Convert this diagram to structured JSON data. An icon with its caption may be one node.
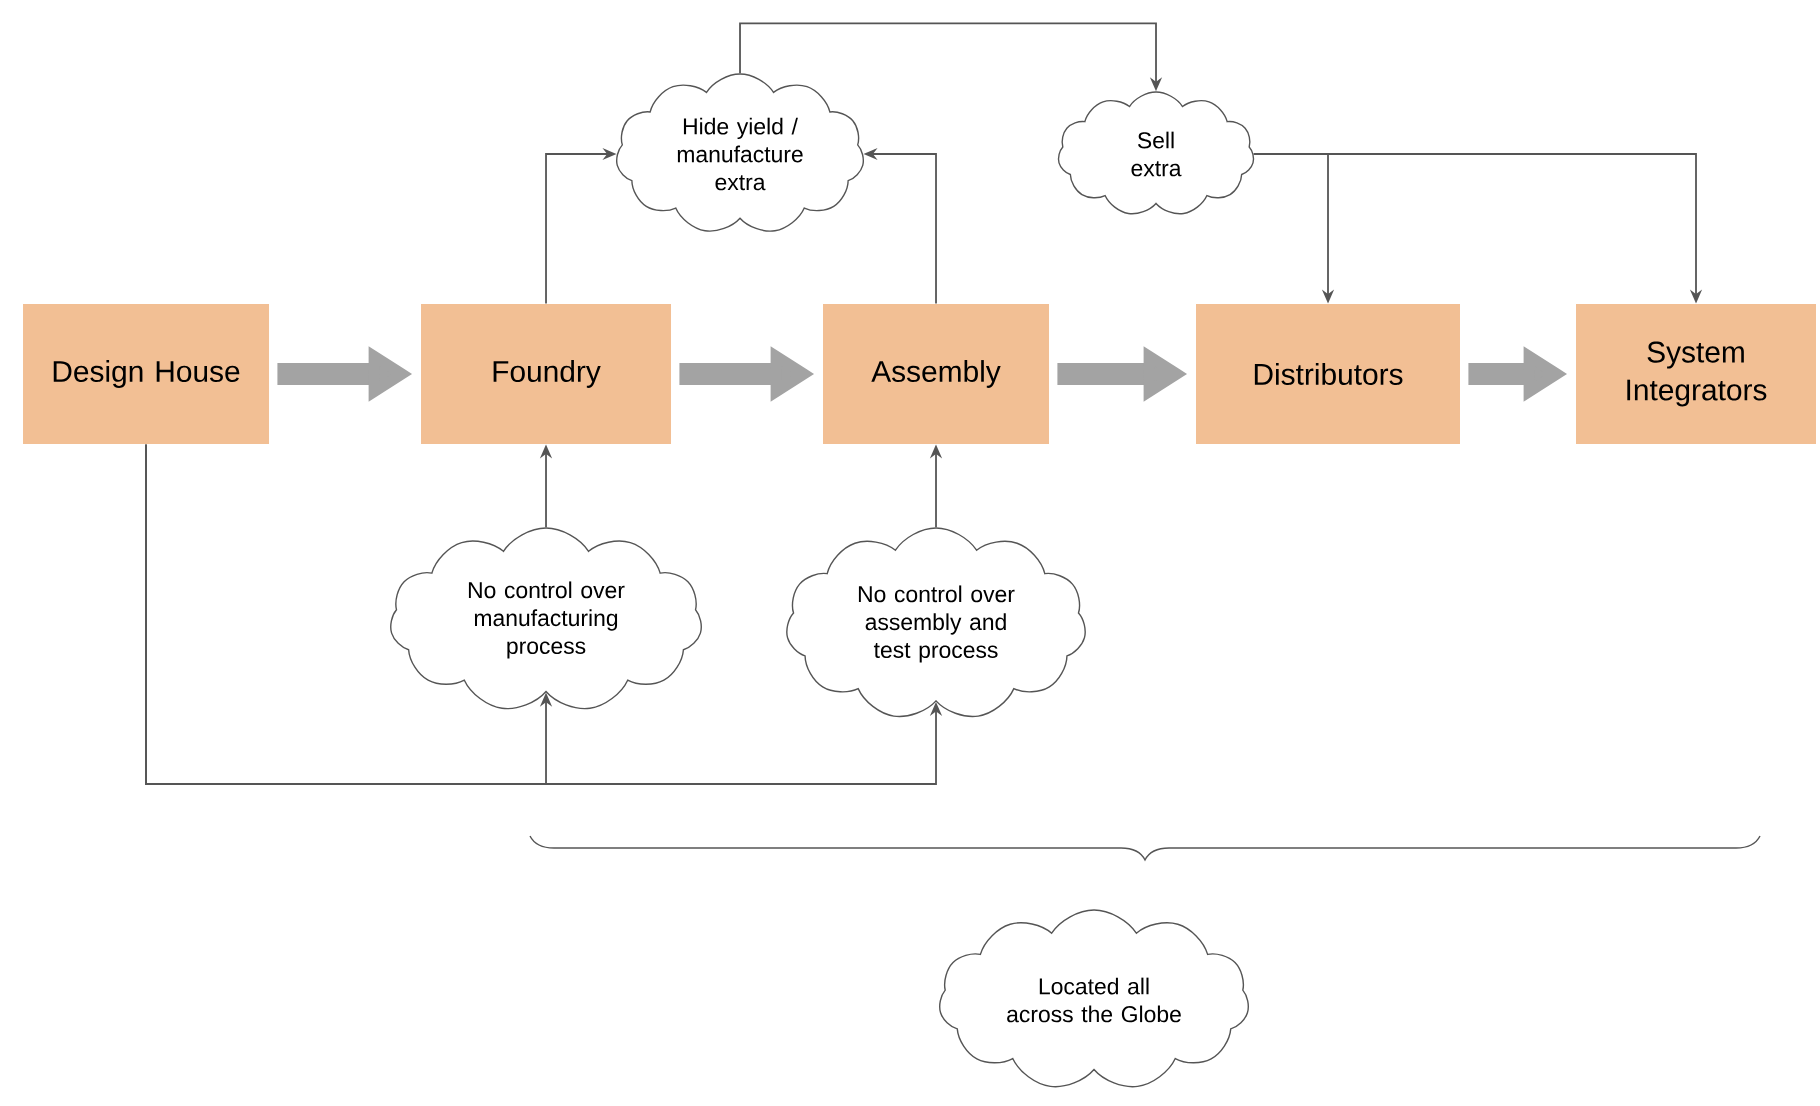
{
  "diagram": {
    "nodes": [
      {
        "text": [
          "Design House"
        ]
      },
      {
        "text": [
          "Foundry"
        ]
      },
      {
        "text": [
          "Assembly"
        ]
      },
      {
        "text": [
          "Distributors"
        ]
      },
      {
        "text": [
          "System Integrators"
        ]
      },
      {
        "text": [
          "Hide yield / manufacture extra"
        ]
      },
      {
        "text": [
          "Sell extra"
        ]
      },
      {
        "text": [
          "No control over manufacturing process"
        ]
      },
      {
        "text": [
          "No control over assembly and test process"
        ]
      },
      {
        "text": [
          "Located all across the Globe"
        ]
      }
    ],
    "edges": [
      {
        "from": 0,
        "to": 1,
        "arrow": "to",
        "style": "thick",
        "color": "#a3a3a3"
      },
      {
        "from": 1,
        "to": 2,
        "arrow": "to",
        "style": "thick",
        "color": "#a3a3a3"
      },
      {
        "from": 2,
        "to": 3,
        "arrow": "to",
        "style": "thick",
        "color": "#a3a3a3"
      },
      {
        "from": 3,
        "to": 4,
        "arrow": "to",
        "style": "thick",
        "color": "#a3a3a3"
      },
      {
        "from": 1,
        "to": 5,
        "arrow": "to"
      },
      {
        "from": 2,
        "to": 5,
        "arrow": "to"
      },
      {
        "from": 5,
        "to": 6,
        "arrow": "to"
      },
      {
        "from": 6,
        "to": 3,
        "arrow": "to"
      },
      {
        "from": 6,
        "to": 4,
        "arrow": "to"
      },
      {
        "from": 7,
        "to": 1,
        "arrow": "to"
      },
      {
        "from": 8,
        "to": 2,
        "arrow": "to"
      },
      {
        "from": 0,
        "to": 7,
        "arrow": "to"
      },
      {
        "from": 0,
        "to": 8,
        "arrow": "to"
      }
    ]
  }
}
